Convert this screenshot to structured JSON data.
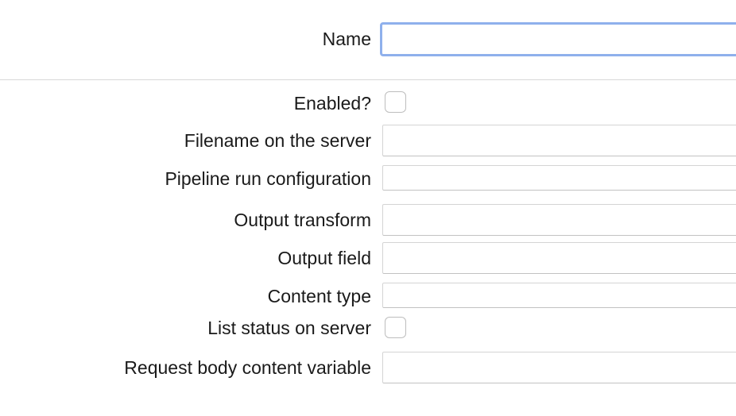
{
  "fields": {
    "name": {
      "label": "Name",
      "value": "",
      "placeholder": ""
    },
    "enabled": {
      "label": "Enabled?",
      "checked": false
    },
    "filename": {
      "label": "Filename on the server",
      "value": ""
    },
    "pipeline_run_configuration": {
      "label": "Pipeline run configuration",
      "value": ""
    },
    "output_transform": {
      "label": "Output transform",
      "value": ""
    },
    "output_field": {
      "label": "Output field",
      "value": ""
    },
    "content_type": {
      "label": "Content type",
      "value": ""
    },
    "list_status": {
      "label": "List status on server",
      "checked": false
    },
    "request_body_variable": {
      "label": "Request body content variable",
      "value": ""
    }
  }
}
